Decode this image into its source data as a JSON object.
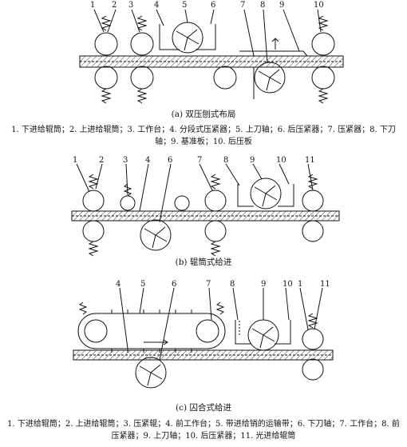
{
  "figure_a": {
    "callouts": [
      "1",
      "2",
      "3",
      "4",
      "5",
      "6",
      "7",
      "8",
      "9",
      "10"
    ],
    "caption": "(a) 双压刨式布局",
    "legend": "1. 下进给辊筒；2. 上进给辊筒；3. 工作台；4. 分段式压紧器；5. 上刀轴；6. 后压紧器；7. 压紧器；8. 下刀轴；9. 基准板；10. 后压板"
  },
  "figure_b": {
    "callouts": [
      "1",
      "2",
      "3",
      "4",
      "6",
      "7",
      "8",
      "9",
      "10",
      "11"
    ],
    "caption": "(b) 辊筒式给进"
  },
  "figure_c": {
    "callouts": [
      "4",
      "5",
      "6",
      "7",
      "8",
      "9",
      "10",
      "1",
      "11"
    ],
    "caption": "(c) 囚合式给进",
    "legend": "1. 下进给辊筒；2. 上进给辊筒；3. 压紧辊；4. 前工作台；5. 带进给销的运输带；6. 下刀轴；7. 工作台；8. 前压紧器；9. 上刀轴；10. 后压紧器；11. 光进给辊筒"
  }
}
